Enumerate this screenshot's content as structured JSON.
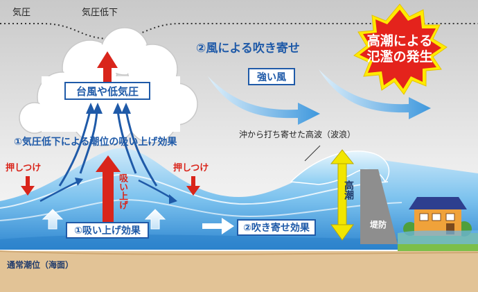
{
  "labels": {
    "pressure": "気圧",
    "pressure_low": "気圧低下",
    "typhoon": "台風や低気圧",
    "wind_title": "②風による吹き寄せ",
    "strong_wind": "強い風",
    "storm_surge": "高潮による\n氾濫の発生",
    "suction_title": "①気圧低下による潮位の吸い上げ効果",
    "push_left": "押しつけ",
    "push_right": "押しつけ",
    "suck_up": "吸い上げ",
    "high_waves": "沖から打ち寄せた高波（波浪）",
    "high_tide": "高潮",
    "seawall": "堤防",
    "suction_effect": "①吸い上げ効果",
    "wind_effect": "②吹き寄せ効果",
    "normal_tide": "通常潮位（海面）"
  },
  "colors": {
    "sky_top": "#c9c9c9",
    "sea_deep": "#2e86d0",
    "sea_light": "#9fd4f2",
    "sand": "#e2c396",
    "arrow_red": "#d9251b",
    "arrow_blue": "#4a9fe0",
    "text_blue": "#1f5aa8",
    "tide_arrow": "#f2e600",
    "seawall": "#8e8e8e",
    "house_wall": "#f0a23a",
    "house_roof": "#2d3f8f"
  }
}
